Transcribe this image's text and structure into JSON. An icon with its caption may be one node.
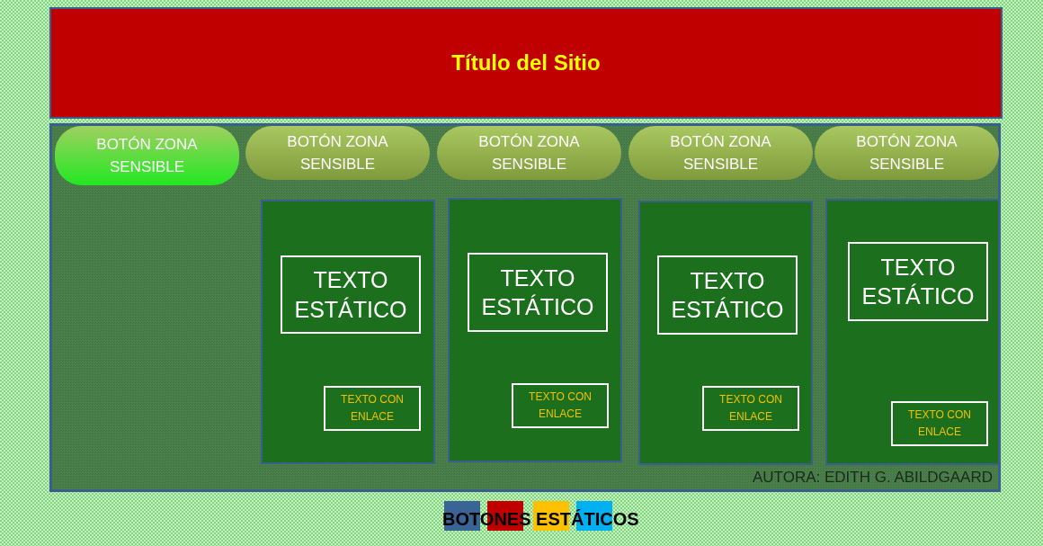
{
  "diagram": {
    "nodes": [
      {
        "text": [
          "Título del Sitio"
        ]
      },
      {
        "text": [],
        "shape": "box"
      },
      {
        "text": [
          "BOTÓN ZONA SENSIBLE"
        ],
        "in": 1
      },
      {
        "text": [
          "BOTÓN ZONA SENSIBLE"
        ],
        "in": 1
      },
      {
        "text": [
          "BOTÓN ZONA SENSIBLE"
        ],
        "in": 1
      },
      {
        "text": [
          "BOTÓN ZONA SENSIBLE"
        ],
        "in": 1
      },
      {
        "text": [
          "BOTÓN ZONA SENSIBLE"
        ],
        "in": 1
      },
      {
        "text": [],
        "shape": "box",
        "in": 1
      },
      {
        "text": [
          "TEXTO ESTÁTICO"
        ],
        "in": 7
      },
      {
        "text": [
          "TEXTO CON ENLACE"
        ],
        "in": 7
      },
      {
        "text": [],
        "shape": "box",
        "in": 1
      },
      {
        "text": [
          "TEXTO ESTÁTICO"
        ],
        "in": 10
      },
      {
        "text": [
          "TEXTO CON ENLACE"
        ],
        "in": 10
      },
      {
        "text": [],
        "shape": "box",
        "in": 1
      },
      {
        "text": [
          "TEXTO ESTÁTICO"
        ],
        "in": 13
      },
      {
        "text": [
          "TEXTO CON ENLACE"
        ],
        "in": 13
      },
      {
        "text": [],
        "shape": "box",
        "in": 1
      },
      {
        "text": [
          "TEXTO ESTÁTICO"
        ],
        "in": 16
      },
      {
        "text": [
          "TEXTO CON ENLACE"
        ],
        "in": 16
      }
    ],
    "edges": [],
    "labels": [
      "AUTORA: EDITH G. ABILDGAARD",
      "BOTONES ESTÁTICOS"
    ]
  }
}
